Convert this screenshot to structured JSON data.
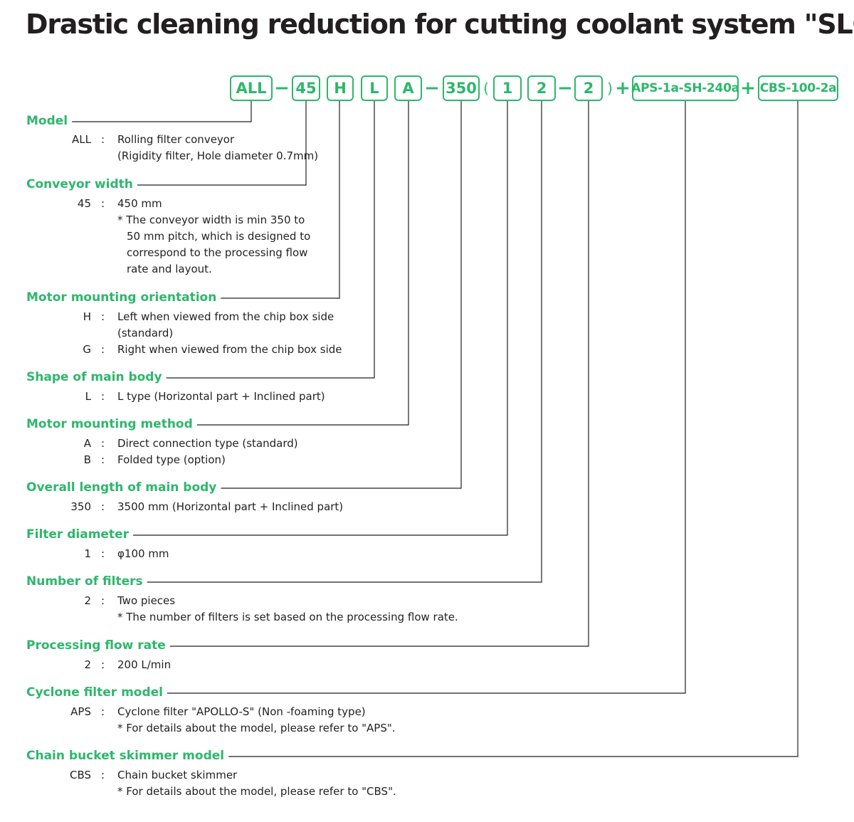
{
  "title": "Drastic cleaning reduction for cutting coolant system \"SLC\"",
  "code": {
    "parts": [
      "ALL",
      "45",
      "H",
      "L",
      "A",
      "350",
      "1",
      "2",
      "2",
      "APS-1a-SH-240a",
      "CBS-100-2a"
    ],
    "separators": [
      "−",
      "−",
      "(",
      "−",
      ")",
      "+",
      "+"
    ]
  },
  "colors": {
    "accent": "#2db76c",
    "text": "#231f20",
    "line": "#231f20"
  },
  "sections": [
    {
      "heading": "Model",
      "rows": [
        {
          "code": "ALL",
          "colon": ":",
          "desc": "Rolling filter conveyor"
        },
        {
          "code": "",
          "colon": "",
          "desc": "(Rigidity filter, Hole diameter 0.7mm)"
        }
      ]
    },
    {
      "heading": "Conveyor width",
      "rows": [
        {
          "code": "45",
          "colon": ":",
          "desc": "450 mm"
        },
        {
          "code": "",
          "colon": "",
          "desc": "* The conveyor width is min 350 to"
        },
        {
          "code": "",
          "colon": "",
          "desc": "50 mm pitch, which is designed to"
        },
        {
          "code": "",
          "colon": "",
          "desc": "correspond to the processing flow"
        },
        {
          "code": "",
          "colon": "",
          "desc": "rate and layout."
        }
      ]
    },
    {
      "heading": "Motor mounting orientation",
      "rows": [
        {
          "code": "H",
          "colon": ":",
          "desc": "Left when viewed from the chip box side"
        },
        {
          "code": "",
          "colon": "",
          "desc": "(standard)"
        },
        {
          "code": "G",
          "colon": ":",
          "desc": "Right when viewed from the chip box side"
        }
      ]
    },
    {
      "heading": "Shape of main body",
      "rows": [
        {
          "code": "L",
          "colon": ":",
          "desc": "L type (Horizontal part + Inclined part)"
        }
      ]
    },
    {
      "heading": "Motor mounting method",
      "rows": [
        {
          "code": "A",
          "colon": ":",
          "desc": "Direct connection type (standard)"
        },
        {
          "code": "B",
          "colon": ":",
          "desc": "Folded type (option)"
        }
      ]
    },
    {
      "heading": "Overall length of main body",
      "rows": [
        {
          "code": "350",
          "colon": ":",
          "desc": "3500 mm (Horizontal part + Inclined part)"
        }
      ]
    },
    {
      "heading": "Filter diameter",
      "rows": [
        {
          "code": "1",
          "colon": ":",
          "desc": "φ100 mm"
        }
      ]
    },
    {
      "heading": "Number of filters",
      "rows": [
        {
          "code": "2",
          "colon": ":",
          "desc": "Two pieces"
        },
        {
          "code": "",
          "colon": "",
          "desc": "* The number of filters is set based on the processing flow rate."
        }
      ]
    },
    {
      "heading": "Processing flow rate",
      "rows": [
        {
          "code": "2",
          "colon": ":",
          "desc": "200 L/min"
        }
      ]
    },
    {
      "heading": "Cyclone filter model",
      "rows": [
        {
          "code": "APS",
          "colon": ":",
          "desc": "Cyclone filter \"APOLLO-S\" (Non -foaming type)"
        },
        {
          "code": "",
          "colon": "",
          "desc": "* For details about the model, please refer to \"APS\"."
        }
      ]
    },
    {
      "heading": "Chain bucket skimmer model",
      "rows": [
        {
          "code": "CBS",
          "colon": ":",
          "desc": "Chain bucket skimmer"
        },
        {
          "code": "",
          "colon": "",
          "desc": "* For details about the model, please refer to \"CBS\"."
        }
      ]
    }
  ]
}
